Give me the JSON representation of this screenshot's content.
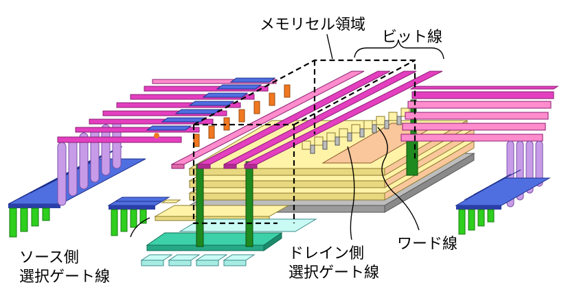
{
  "labels": {
    "memory_cell_region": "メモリセル領域",
    "bit_line": "ビット線",
    "word_line": "ワード線",
    "source_select_line1": "ソース側",
    "source_select_line2": "選択ゲート線",
    "drain_select_line1": "ドレイン側",
    "drain_select_line2": "選択ゲート線"
  },
  "colors": {
    "magenta": "#e33fbf",
    "pink": "#ff8ccc",
    "blue": "#4f6fe0",
    "lavender": "#c79be8",
    "green": "#2ecf1e",
    "dark_green": "#1f8a1f",
    "orange": "#f07820",
    "yellow": "#fff3a8",
    "peach": "#f9c79b",
    "gray": "#bdbdbd",
    "teal": "#3cd1a8",
    "light_cyan": "#c9fbf4"
  }
}
